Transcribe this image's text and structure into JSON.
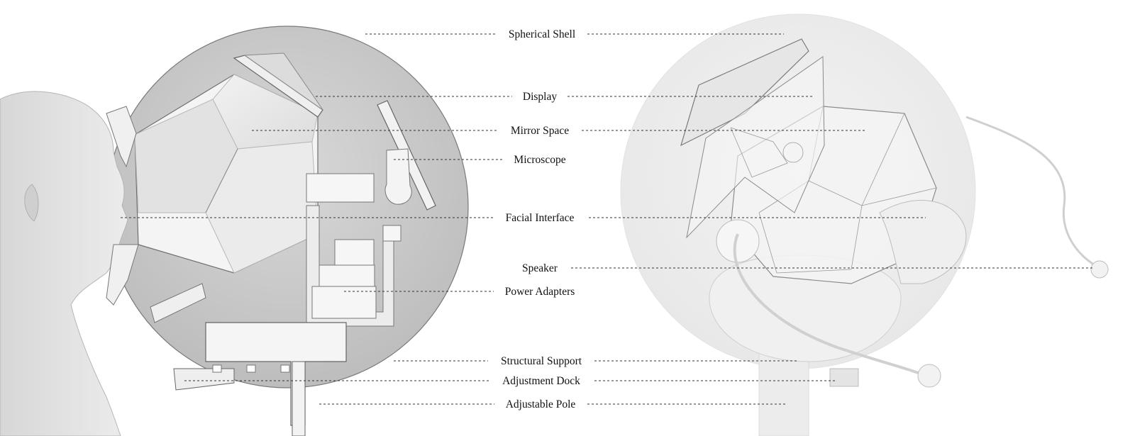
{
  "labels": {
    "spherical_shell": "Spherical Shell",
    "display": "Display",
    "mirror_space": "Mirror Space",
    "microscope": "Microscope",
    "facial_interface": "Facial Interface",
    "speaker": "Speaker",
    "power_adapters": "Power Adapters",
    "structural_support": "Structural Support",
    "adjustment_dock": "Adjustment Dock",
    "adjustable_pole": "Adjustable Pole"
  },
  "colors": {
    "background": "#ffffff",
    "shell": "#cfcfcf",
    "interior": "#e6e6e6",
    "line": "#333333"
  }
}
